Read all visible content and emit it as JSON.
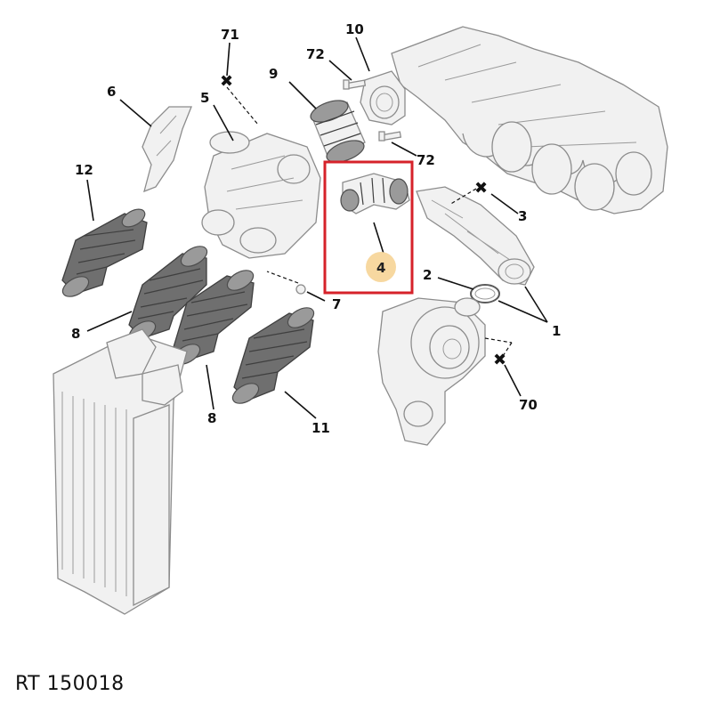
{
  "diagram": {
    "callouts": [
      "71",
      "10",
      "72",
      "9",
      "6",
      "5",
      "72",
      "12",
      "3",
      "4",
      "2",
      "7",
      "8",
      "1",
      "70",
      "8",
      "11"
    ],
    "highlighted_callout": "4",
    "highlight_color": "#d6222a",
    "callout_marker_color": "#f7d8a0"
  },
  "reference_code": "RT 150018"
}
